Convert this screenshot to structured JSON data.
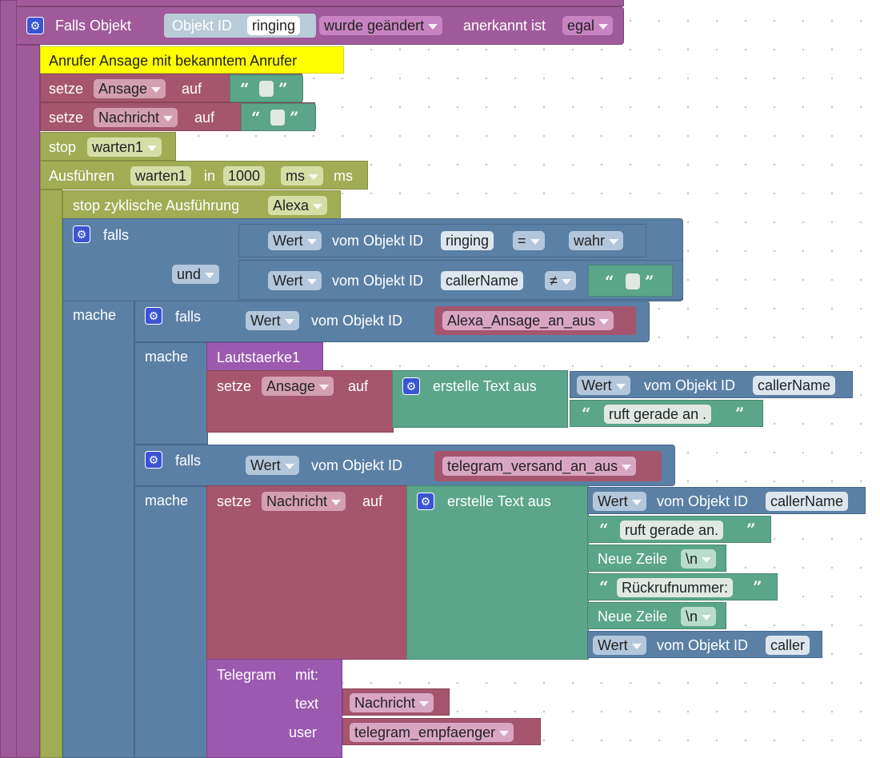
{
  "trigger": {
    "falls_objekt": "Falls Objekt",
    "objekt_id": "Objekt ID",
    "object_value": "ringing",
    "changed_option": "wurde geändert",
    "anerkannt_label": "anerkannt ist",
    "anerkannt_option": "egal"
  },
  "comment": "Anrufer Ansage mit bekanntem Anrufer",
  "set1": {
    "setze": "setze",
    "var": "Ansage",
    "auf": "auf"
  },
  "set2": {
    "setze": "setze",
    "var": "Nachricht",
    "auf": "auf"
  },
  "stop1": {
    "label": "stop",
    "timer": "warten1"
  },
  "ausfuehren": {
    "label": "Ausführen",
    "timer": "warten1",
    "in": "in",
    "delay": "1000",
    "unit_option": "ms",
    "unit": "ms"
  },
  "stop2": {
    "label": "stop zyklische Ausführung",
    "target": "Alexa"
  },
  "if1": {
    "falls": "falls",
    "mache": "mache",
    "und": "und",
    "cond1": {
      "wert": "Wert",
      "vom": "vom Objekt ID",
      "obj": "ringing",
      "op": "=",
      "value": "wahr"
    },
    "cond2": {
      "wert": "Wert",
      "vom": "vom Objekt ID",
      "obj": "callerName",
      "op": "≠"
    }
  },
  "if2": {
    "falls": "falls",
    "mache": "mache",
    "cond": {
      "wert": "Wert",
      "vom": "vom Objekt ID",
      "obj": "Alexa_Ansage_an_aus"
    },
    "func": "Lautstaerke1",
    "set": {
      "setze": "setze",
      "var": "Ansage",
      "auf": "auf"
    },
    "text": {
      "label": "erstelle Text aus",
      "wert": "Wert",
      "vom": "vom Objekt ID",
      "obj": "callerName",
      "literal": "ruft gerade an ."
    }
  },
  "if3": {
    "falls": "falls",
    "mache": "mache",
    "cond": {
      "wert": "Wert",
      "vom": "vom Objekt ID",
      "obj": "telegram_versand_an_aus"
    },
    "set": {
      "setze": "setze",
      "var": "Nachricht",
      "auf": "auf"
    },
    "text": {
      "label": "erstelle Text aus",
      "item1": {
        "wert": "Wert",
        "vom": "vom Objekt ID",
        "obj": "callerName"
      },
      "literal1": "ruft gerade an.",
      "newline1": {
        "label": "Neue Zeile",
        "option": "\\n"
      },
      "literal2": "Rückrufnummer:",
      "newline2": {
        "label": "Neue Zeile",
        "option": "\\n"
      },
      "item2": {
        "wert": "Wert",
        "vom": "vom Objekt ID",
        "obj": "caller"
      }
    },
    "telegram": {
      "label": "Telegram",
      "mit": "mit:",
      "text_label": "text",
      "text_var": "Nachricht",
      "user_label": "user",
      "user_var": "telegram_empfaenger"
    }
  },
  "icons": {
    "gear": "gear-icon",
    "quote_open": "quote-open-icon",
    "quote_close": "quote-close-icon"
  },
  "colors": {
    "event": "#a05a99",
    "variable": "#a5566e",
    "timer": "#a1ad55",
    "logic": "#5b80a5",
    "text": "#5ba58a",
    "telegram": "#9c59b0",
    "comment": "#ffff00"
  }
}
